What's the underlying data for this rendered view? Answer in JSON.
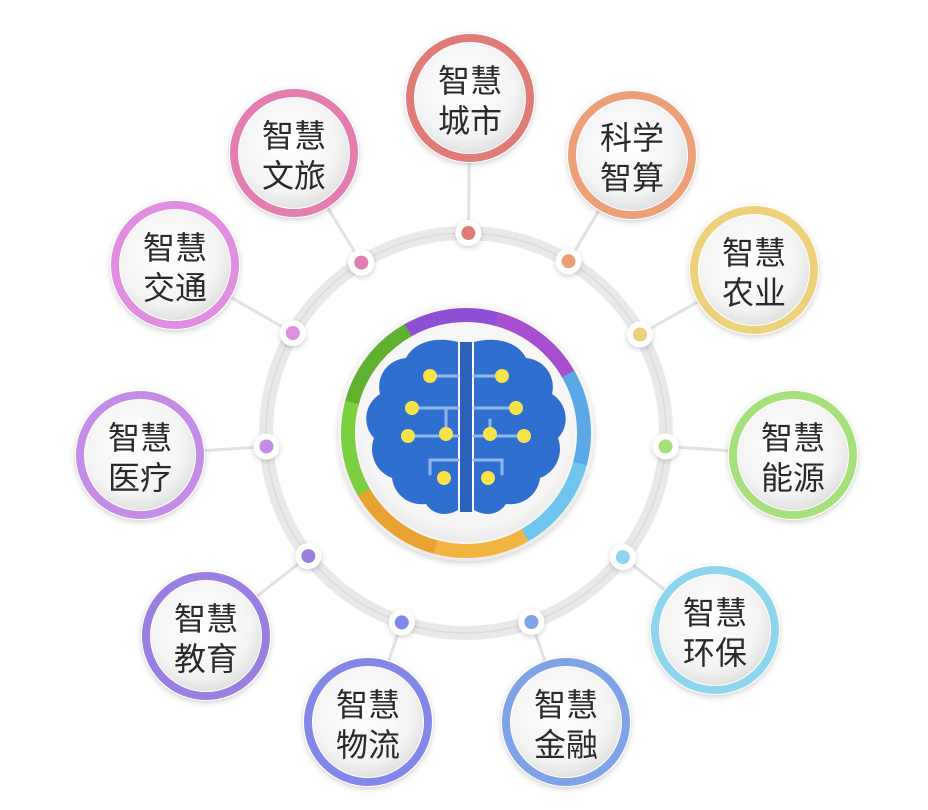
{
  "center": {
    "icon": "brain-circuit-icon",
    "ring_colors": [
      "#8e4fd6",
      "#a84fd0",
      "#5aa9e6",
      "#6ec6ef",
      "#f2b441",
      "#e8a232",
      "#7ccf3e",
      "#5fb12f"
    ],
    "brain_color": "#2f6fd0",
    "node_color": "#f7e24a"
  },
  "nodes": [
    {
      "id": "city",
      "line1": "智慧",
      "line2": "城市",
      "color": "#e07c78"
    },
    {
      "id": "computing",
      "line1": "科学",
      "line2": "智算",
      "color": "#eba07a"
    },
    {
      "id": "agriculture",
      "line1": "智慧",
      "line2": "农业",
      "color": "#ecd27d"
    },
    {
      "id": "energy",
      "line1": "智慧",
      "line2": "能源",
      "color": "#a7e07c"
    },
    {
      "id": "environment",
      "line1": "智慧",
      "line2": "环保",
      "color": "#8ed5ee"
    },
    {
      "id": "finance",
      "line1": "智慧",
      "line2": "金融",
      "color": "#7fa3e6"
    },
    {
      "id": "logistics",
      "line1": "智慧",
      "line2": "物流",
      "color": "#8287e8"
    },
    {
      "id": "education",
      "line1": "智慧",
      "line2": "教育",
      "color": "#9a7fe1"
    },
    {
      "id": "medical",
      "line1": "智慧",
      "line2": "医疗",
      "color": "#c58ee6"
    },
    {
      "id": "transport",
      "line1": "智慧",
      "line2": "交通",
      "color": "#e08ee0"
    },
    {
      "id": "tourism",
      "line1": "智慧",
      "line2": "文旅",
      "color": "#e47eb0"
    }
  ]
}
